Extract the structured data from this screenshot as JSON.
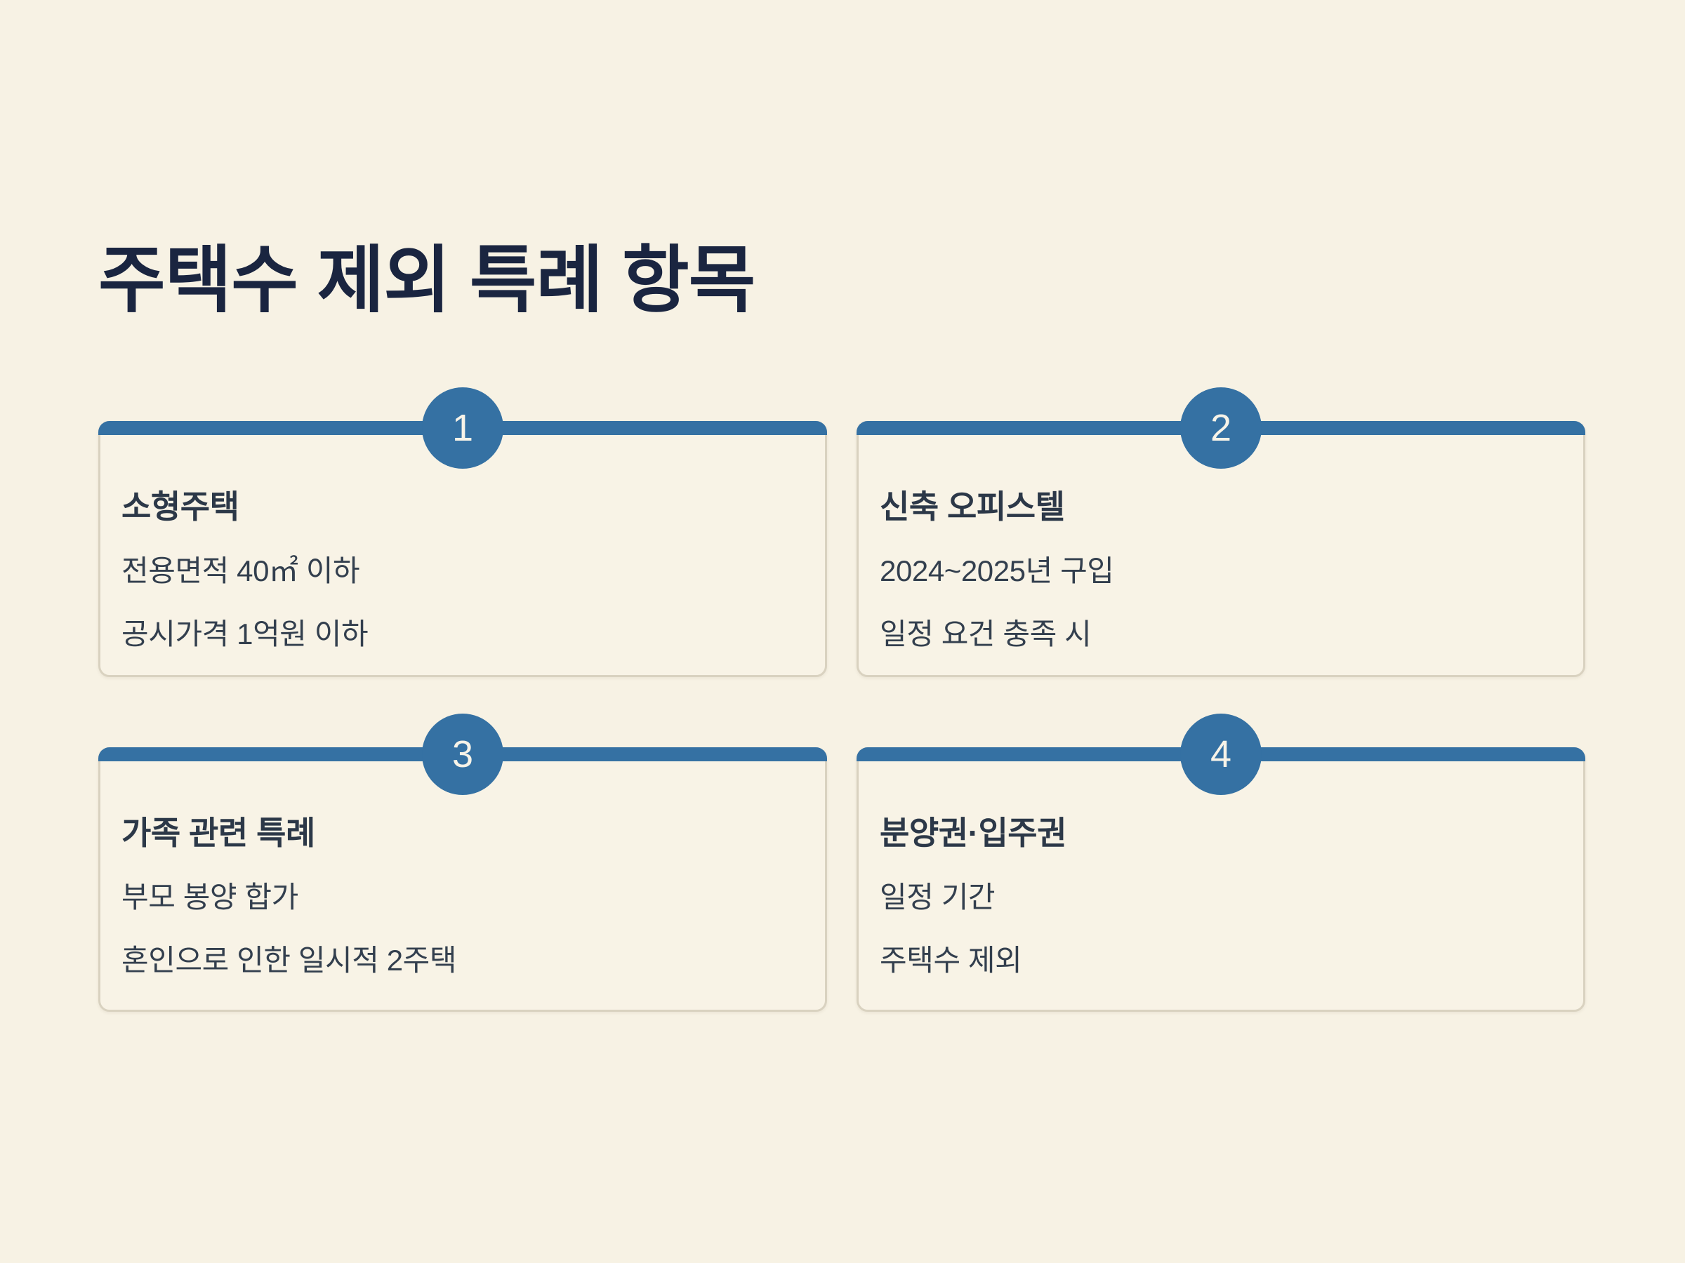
{
  "page": {
    "title": "주택수 제외 특례 항목"
  },
  "colors": {
    "background": "#f7f2e4",
    "accent_blue": "#3571a3",
    "title_navy": "#1a2540",
    "card_border": "#d9d2c0",
    "card_title_text": "#2c3848",
    "card_body_text": "#333f4e",
    "badge_text": "#f7f3e8"
  },
  "cards": [
    {
      "number": "1",
      "title": "소형주택",
      "lines": [
        "전용면적 40㎡ 이하",
        "공시가격 1억원 이하"
      ]
    },
    {
      "number": "2",
      "title": "신축 오피스텔",
      "lines": [
        "2024~2025년 구입",
        "일정 요건 충족 시"
      ]
    },
    {
      "number": "3",
      "title": "가족 관련 특례",
      "lines": [
        "부모 봉양 합가",
        "혼인으로 인한 일시적 2주택"
      ]
    },
    {
      "number": "4",
      "title": "분양권·입주권",
      "lines": [
        "일정 기간",
        "주택수 제외"
      ]
    }
  ]
}
